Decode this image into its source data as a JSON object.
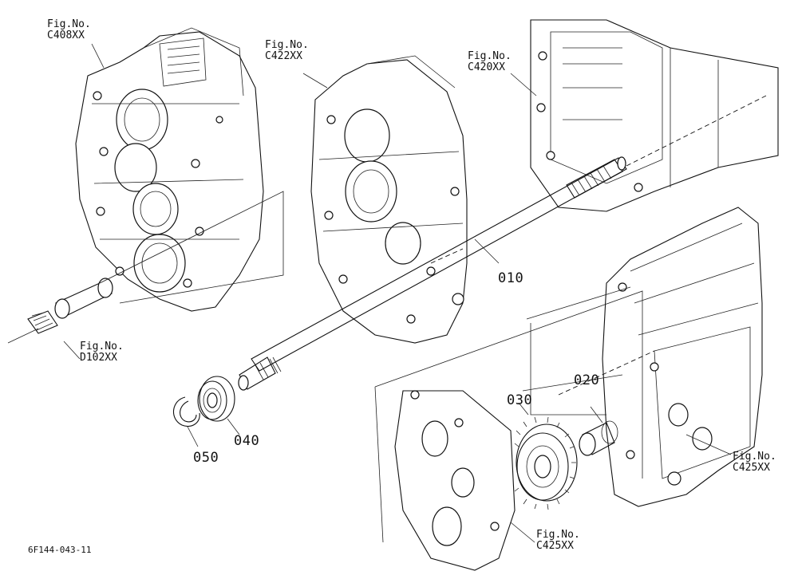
{
  "callouts": {
    "c408": {
      "l1": "Fig.No.",
      "l2": "C408XX"
    },
    "c422": {
      "l1": "Fig.No.",
      "l2": "C422XX"
    },
    "c420": {
      "l1": "Fig.No.",
      "l2": "C420XX"
    },
    "d102": {
      "l1": "Fig.No.",
      "l2": "D102XX"
    },
    "c425_right": {
      "l1": "Fig.No.",
      "l2": "C425XX"
    },
    "c425_bottom": {
      "l1": "Fig.No.",
      "l2": "C425XX"
    }
  },
  "parts": {
    "p010": "010",
    "p020": "020",
    "p030": "030",
    "p040": "040",
    "p050": "050"
  },
  "drawing_code": "6F144-043-11"
}
